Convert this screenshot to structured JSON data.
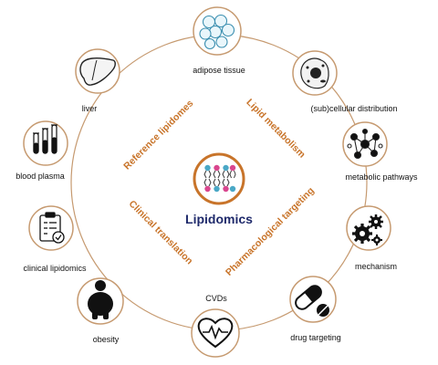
{
  "center": {
    "label": "Lipidomics",
    "icon": "lipid-bilayer-icon"
  },
  "themes": {
    "reference": "Reference lipidomes",
    "metabolism": "Lipid metabolism",
    "clinical": "Clinical translation",
    "pharma": "Pharmacological targeting"
  },
  "nodes": {
    "adipose": {
      "label": "adipose tissue",
      "icon": "fat-cells-icon"
    },
    "subcellular": {
      "label": "(sub)cellular distribution",
      "icon": "cell-icon"
    },
    "pathways": {
      "label": "metabolic pathways",
      "icon": "network-icon"
    },
    "mechanism": {
      "label": "mechanism",
      "icon": "gears-icon"
    },
    "drug": {
      "label": "drug targeting",
      "icon": "pill-capsule-icon"
    },
    "cvds": {
      "label": "CVDs",
      "icon": "heart-pulse-icon"
    },
    "obesity": {
      "label": "obesity",
      "icon": "obese-person-icon"
    },
    "clinical": {
      "label": "clinical lipidomics",
      "icon": "clipboard-check-icon"
    },
    "plasma": {
      "label": "blood plasma",
      "icon": "test-tubes-icon"
    },
    "liver": {
      "label": "liver",
      "icon": "liver-icon"
    }
  },
  "colors": {
    "ring": "#c69a70",
    "theme_text": "#c8742a",
    "center_text": "#1f2a6b",
    "center_ring": "#c8742a",
    "lipid_blue": "#4aa8c6",
    "lipid_pink": "#d9468e"
  }
}
